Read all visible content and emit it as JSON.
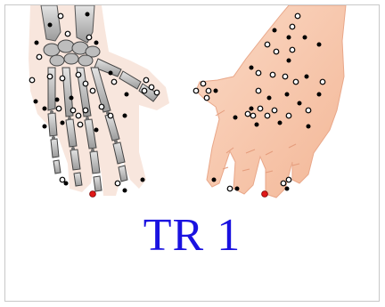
{
  "point_name": "TR 1",
  "colors": {
    "label": "#1a12e0",
    "skin_light": "#fbe0d0",
    "skin_mid": "#f6c3a6",
    "skin_shade": "#eeaa8a",
    "bone_light": "#dcdcdc",
    "bone_mid": "#9e9e9e",
    "bone_dark": "#4a4a4a",
    "glow": "#f8e6dd",
    "active_point": "#e01818",
    "solid_point": "#000000",
    "open_point": "#ffffff"
  },
  "icons": {
    "skeleton_hand": "left-hand-skeleton-illustration",
    "skin_hand": "right-hand-skin-illustration",
    "active_point": "red-acupoint-marker",
    "solid_point": "black-acupoint-dot",
    "open_point": "hollow-acupoint-ring"
  }
}
